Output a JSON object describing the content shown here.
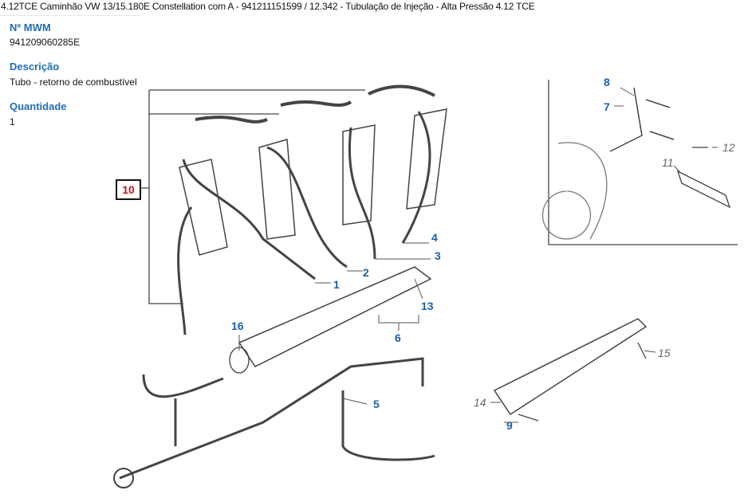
{
  "header": {
    "title": "4.12TCE Caminhão VW 13/15.180E Constellation com A - 941211151599  /  12.342 - Tubulação de Injeção - Alta Pressão 4.12 TCE"
  },
  "details": {
    "mwm_label": "Nº MWM",
    "mwm_value": "941209060285E",
    "desc_label": "Descrição",
    "desc_value": "Tubo - retorno de combustível",
    "qty_label": "Quantidade",
    "qty_value": "1"
  },
  "diagram": {
    "selected_callout": "10",
    "callouts": [
      "1",
      "2",
      "3",
      "4",
      "5",
      "6",
      "7",
      "8",
      "9",
      "11",
      "12",
      "13",
      "14",
      "15",
      "16"
    ]
  }
}
